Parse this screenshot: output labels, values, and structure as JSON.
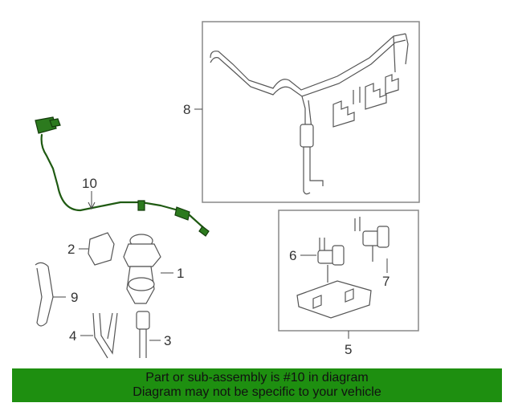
{
  "colors": {
    "highlight": "#2c7a1e",
    "banner_bg": "#1e8f10",
    "line": "#555555"
  },
  "callouts": {
    "p1": "1",
    "p2": "2",
    "p3": "3",
    "p4": "4",
    "p5": "5",
    "p6": "6",
    "p7": "7",
    "p8": "8",
    "p9": "9",
    "p10": "10"
  },
  "banner": {
    "line1": "Part or sub-assembly is #10 in diagram",
    "line2": "Diagram may not be specific to your vehicle"
  }
}
